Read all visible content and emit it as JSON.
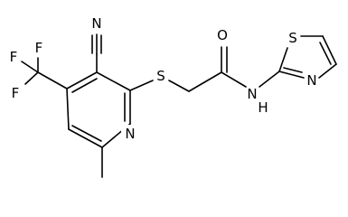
{
  "molecule": {
    "atoms": {
      "n_nitrile": "N",
      "f1": "F",
      "f2": "F",
      "f3": "F",
      "s_thioether": "S",
      "o_carbonyl": "O",
      "nh_amide": "N",
      "h_amide": "H",
      "s_thiazole": "S",
      "n_thiazole": "N",
      "n_pyridine": "N"
    },
    "colors": {
      "bond": "#000000",
      "text": "#000000",
      "background": "#ffffff"
    }
  }
}
